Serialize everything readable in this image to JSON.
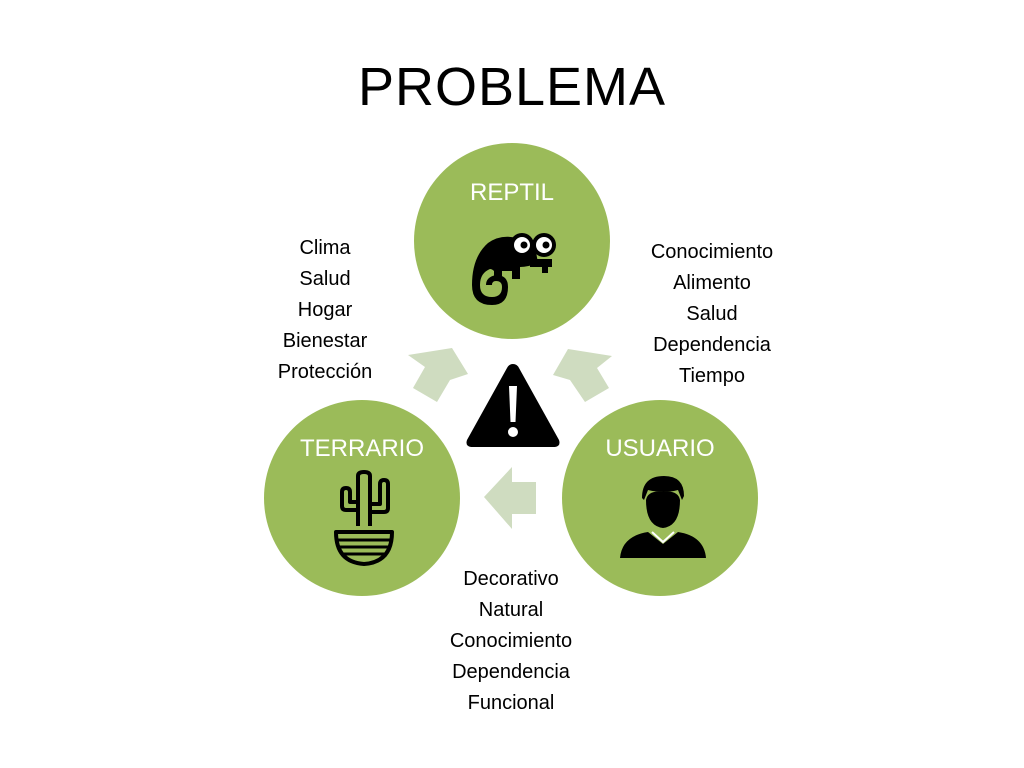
{
  "title": "PROBLEMA",
  "nodes": {
    "reptil": {
      "label": "REPTIL",
      "icon": "chameleon-icon"
    },
    "terrario": {
      "label": "TERRARIO",
      "icon": "cactus-pot-icon"
    },
    "usuario": {
      "label": "USUARIO",
      "icon": "person-icon"
    }
  },
  "center_icon": "warning-icon",
  "lists": {
    "reptil_terrario": [
      "Clima",
      "Salud",
      "Hogar",
      "Bienestar",
      "Protección"
    ],
    "reptil_usuario": [
      "Conocimiento",
      "Alimento",
      "Salud",
      "Dependencia",
      "Tiempo"
    ],
    "terrario_usuario": [
      "Decorativo",
      "Natural",
      "Conocimiento",
      "Dependencia",
      "Funcional"
    ]
  },
  "colors": {
    "node_fill": "#9bbb59",
    "node_text": "#ffffff",
    "arrow_fill": "#cfdcc0",
    "icon": "#000000"
  }
}
